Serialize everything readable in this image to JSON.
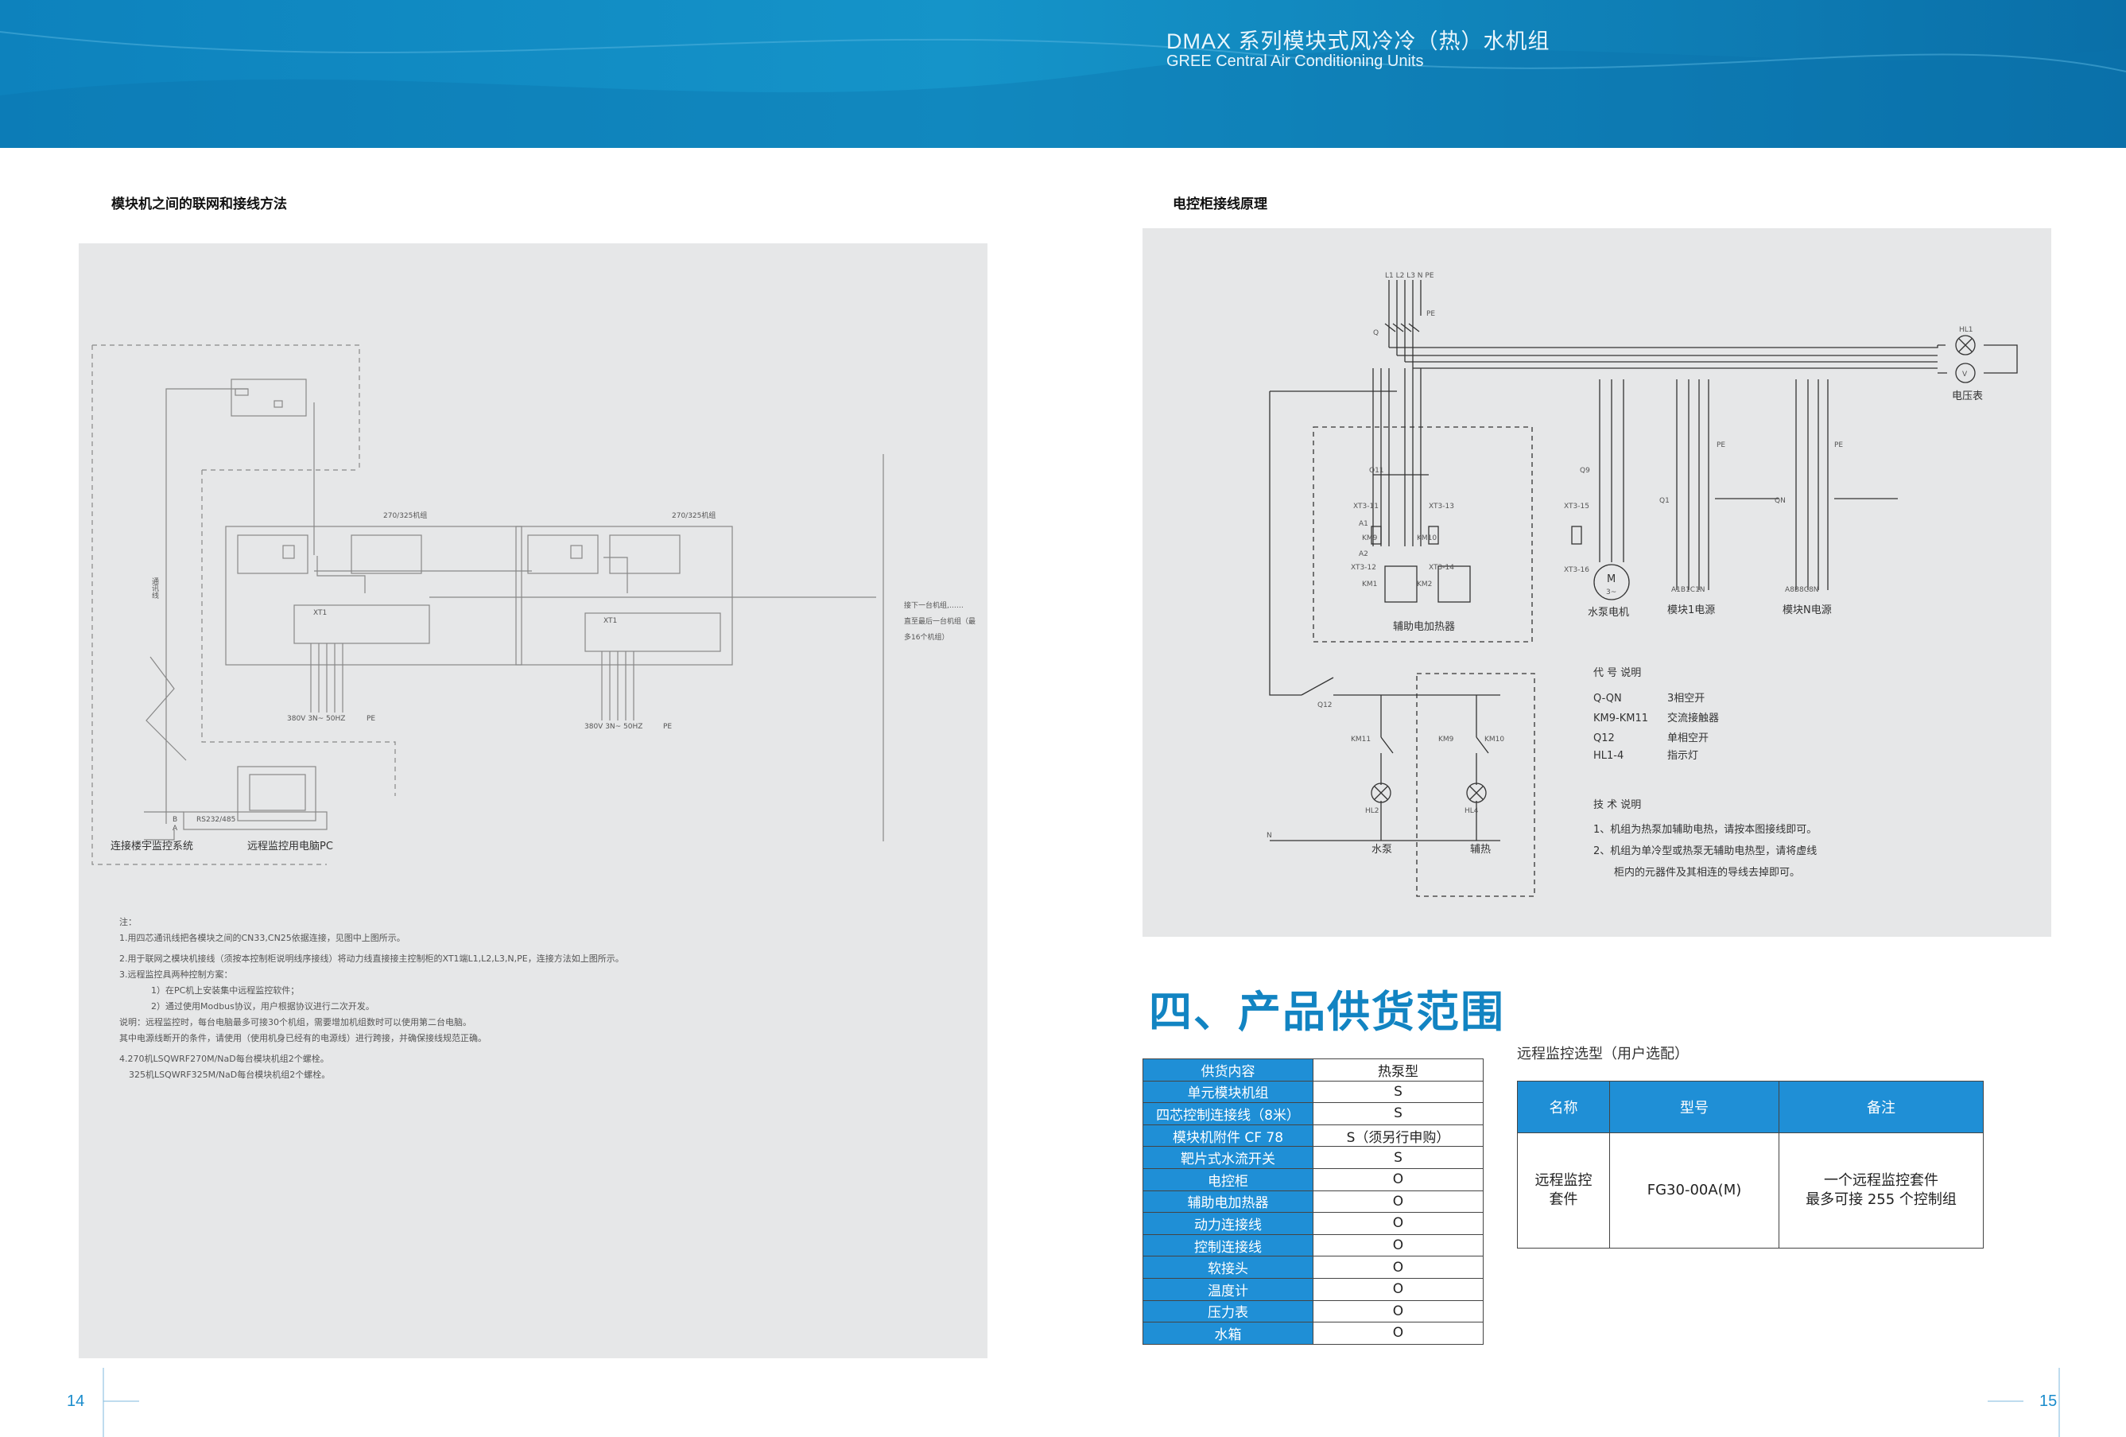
{
  "header": {
    "title_cn": "DMAX 系列模块式风冷冷（热）水机组",
    "title_en": "GREE Central Air Conditioning Units"
  },
  "left": {
    "section_title": "模块机之间的联网和接线方法",
    "diagram": {
      "unit_label_1": "270/325机组",
      "unit_label_2": "270/325机组",
      "xt_label_1": "XT1",
      "xt_label_2": "XT1",
      "power_label_1": "380V  3N~ 50HZ",
      "power_label_2": "380V  3N~ 50HZ",
      "pe_label_1": "PE",
      "pe_label_2": "PE",
      "next_unit_1": "接下一台机组,……",
      "next_unit_2": "直至最后一台机组（最",
      "next_unit_3": "多16个机组）",
      "comm_line": "通讯线",
      "bms_label": "连接楼宇监控系统",
      "pc_label": "远程监控用电脑PC",
      "rs_label": "RS232/485",
      "b_label": "B",
      "a_label": "A"
    },
    "notes": [
      "注：",
      "1.用四芯通讯线把各模块之间的CN33,CN25依据连接，见图中上图所示。",
      "2.用于联网之模块机接线（须按本控制柜说明线序接线）将动力线直接接主控制柜的XT1端L1,L2,L3,N,PE，连接方法如上图所示。",
      "3.远程监控具两种控制方案：",
      "1）在PC机上安装集中远程监控软件；",
      "2）通过使用Modbus协议，用户根据协议进行二次开发。",
      "说明：远程监控时，每台电脑最多可接30个机组，需要增加机组数时可以使用第二台电脑。",
      "其中电源线断开的条件，请使用（使用机身已经有的电源线）进行跨接，并确保接线规范正确。",
      "4.270机LSQWRF270M/NaD每台模块机组2个螺栓。",
      "325机LSQWRF325M/NaD每台模块机组2个螺栓。"
    ]
  },
  "right": {
    "section_title": "电控柜接线原理",
    "schematic": {
      "top_lines": "L1 L2 L3 N  PE",
      "pe": "PE",
      "q": "Q",
      "hl1": "HL1",
      "voltmeter": "V",
      "voltmeter_label": "电压表",
      "q11": "Q11",
      "xt3_11": "XT3-11",
      "xt3_13": "XT3-13",
      "xt3_12": "XT3-12",
      "xt3_14": "XT3-14",
      "a1": "A1",
      "a2": "A2",
      "km9": "KM9",
      "km10": "KM10",
      "km1": "KM1",
      "km2": "KM2",
      "aux_heater": "辅助电加热器",
      "q9": "Q9",
      "xt3_15": "XT3-15",
      "xt3_16": "XT3-16",
      "motor_m": "M",
      "motor_3": "3~",
      "pump_motor": "水泵电机",
      "q1": "Q1",
      "qn": "QN",
      "pe_small": "PE",
      "mod1_terms": "A1B1C1N",
      "modn_terms": "A8B8C8N",
      "mod1_power": "模块1电源",
      "modn_power": "模块N电源",
      "q12": "Q12",
      "km11": "KM11",
      "km9b": "KM9",
      "km10b": "KM10",
      "hl2": "HL2",
      "hl4": "HL4",
      "n": "N",
      "pump": "水泵",
      "aux_heat": "辅热"
    },
    "legend": {
      "title": "代 号 说明",
      "items": [
        {
          "code": "Q-QN",
          "desc": "3相空开"
        },
        {
          "code": "KM9-KM11",
          "desc": "交流接触器"
        },
        {
          "code": "Q12",
          "desc": "单相空开"
        },
        {
          "code": "HL1-4",
          "desc": "指示灯"
        }
      ],
      "tech_title": "技 术 说明",
      "tech_items": [
        "1、机组为热泵加辅助电热，请按本图接线即可。",
        "2、机组为单冷型或热泵无辅助电热型，请将虚线",
        "柜内的元器件及其相连的导线去掉即可。"
      ]
    },
    "big_title": "四、产品供货范围",
    "supply_table": [
      [
        "供货内容",
        "热泵型"
      ],
      [
        "单元模块机组",
        "S"
      ],
      [
        "四芯控制连接线（8米）",
        "S"
      ],
      [
        "模块机附件 CF 78",
        "S（须另行申购）"
      ],
      [
        "靶片式水流开关",
        "S"
      ],
      [
        "电控柜",
        "O"
      ],
      [
        "辅助电加热器",
        "O"
      ],
      [
        "动力连接线",
        "O"
      ],
      [
        "控制连接线",
        "O"
      ],
      [
        "软接头",
        "O"
      ],
      [
        "温度计",
        "O"
      ],
      [
        "压力表",
        "O"
      ],
      [
        "水箱",
        "O"
      ]
    ],
    "remote_caption": "远程监控选型（用户选配）",
    "remote_table": {
      "headers": [
        "名称",
        "型号",
        "备注"
      ],
      "name": "远程监控套件",
      "model": "FG30-00A(M)",
      "note_1": "一个远程监控套件",
      "note_2": "最多可接 255 个控制组"
    }
  },
  "page_left": "14",
  "page_right": "15"
}
